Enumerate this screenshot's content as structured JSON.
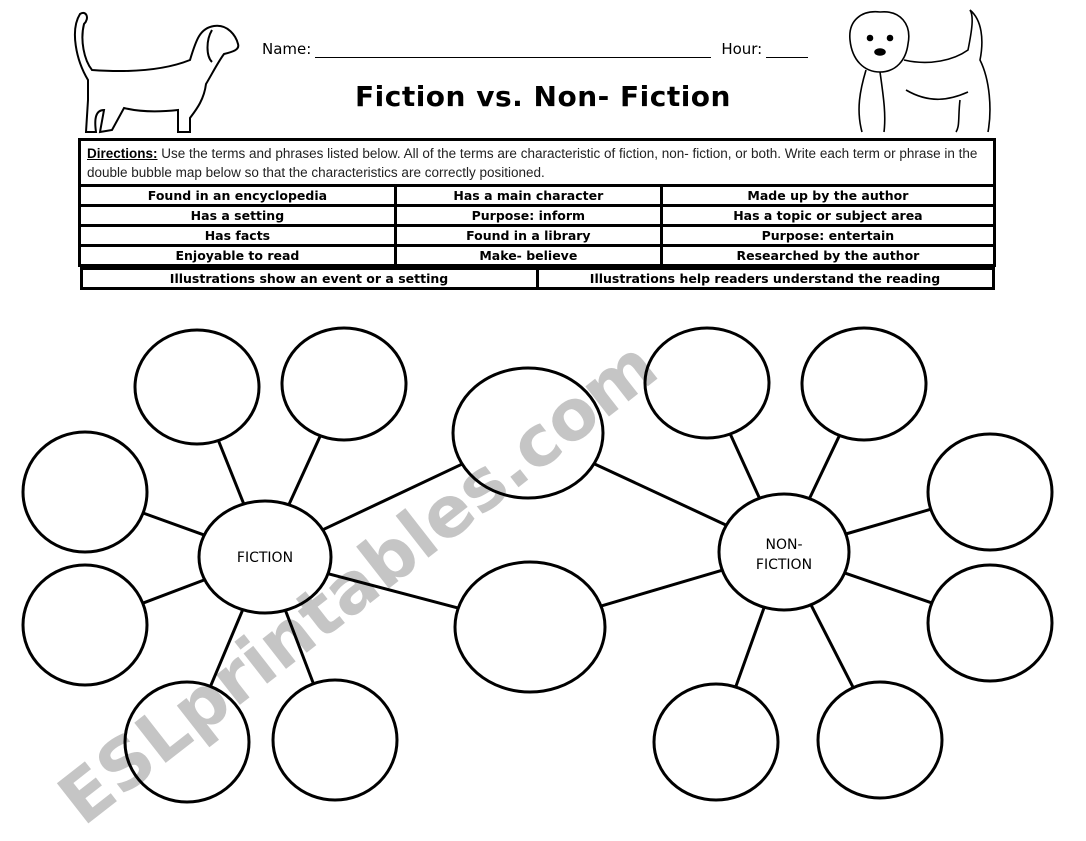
{
  "header": {
    "name_label": "Name:",
    "hour_label": "Hour:",
    "title": "Fiction vs. Non- Fiction"
  },
  "directions": {
    "label": "Directions:",
    "text": " Use the terms and phrases listed below. All of the terms are characteristic of fiction, non- fiction, or both. Write each term or phrase in the double bubble map below so that the characteristics are correctly positioned."
  },
  "terms": [
    [
      "Found in an encyclopedia",
      "Has a main character",
      "Made up by the author"
    ],
    [
      "Has a setting",
      "Purpose: inform",
      "Has a topic or subject area"
    ],
    [
      "Has facts",
      "Found in a library",
      "Purpose: entertain"
    ],
    [
      "Enjoyable to read",
      "Make- believe",
      "Researched by the author"
    ],
    [
      "Illustrations show an event or a setting",
      "Illustrations help readers understand the reading"
    ]
  ],
  "map": {
    "left_label": "FICTION",
    "right_label_line1": "NON-",
    "right_label_line2": "FICTION"
  },
  "watermark": "ESLprintables.com"
}
